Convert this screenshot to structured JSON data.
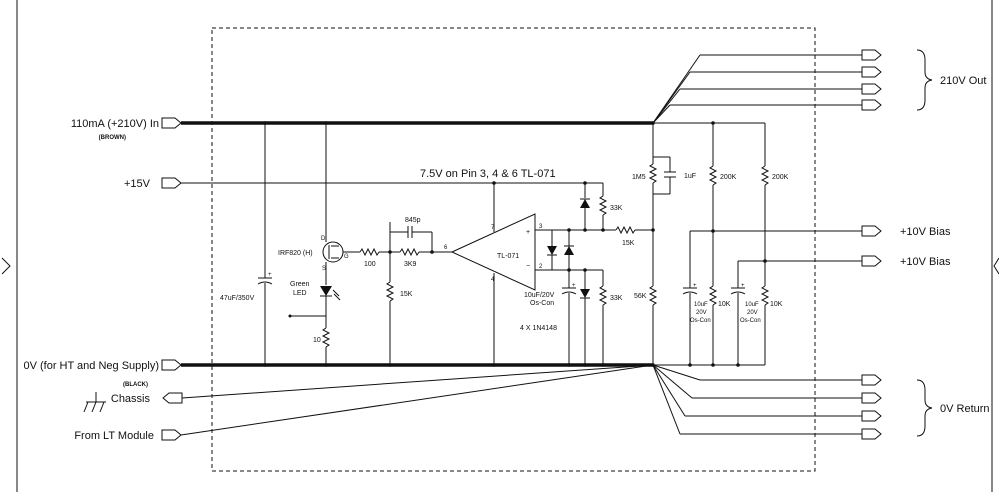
{
  "inputs": {
    "hv_in": "110mA (+210V) In",
    "hv_in_color": "(BROWN)",
    "v15": "+15V",
    "zero_v": "0V (for HT and Neg Supply)",
    "zero_v_color": "(BLACK)",
    "chassis": "Chassis",
    "from_lt": "From LT Module"
  },
  "outputs": {
    "hv_out": "210V Out",
    "bias_1": "+10V Bias",
    "bias_2": "+10V Bias",
    "zero_return": "0V Return"
  },
  "annotation": "7.5V on Pin 3, 4 & 6 TL-071",
  "components": {
    "c_main": "47uF/350V",
    "mosfet": "IRF820 (H)",
    "mosfet_d": "D",
    "mosfet_g": "G",
    "mosfet_s": "S",
    "led": "Green\nLED",
    "r_gate": "100",
    "r_feedback": "3K9",
    "c_feedback": "845p",
    "r_15k_a": "15K",
    "r_10": "10",
    "opamp": "TL-071",
    "pin_7": "7",
    "pin_3": "3",
    "pin_2": "2",
    "pin_4": "4",
    "pin_6": "6",
    "plus": "+",
    "minus": "−",
    "r_33k_top": "33K",
    "r_33k_bot": "33K",
    "r_15k_b": "15K",
    "c_os": "10uF/20V\nOs-Con",
    "diodes": "4 X 1N4148",
    "r_1m5": "1M5",
    "c_1uf": "1uF",
    "r_200k_a": "200K",
    "r_200k_b": "200K",
    "r_56k": "56K",
    "c_os_b": "10uF\n20V\nOs-Con",
    "r_10k_a": "10K",
    "c_os_c": "10uF\n20V\nOs-Con",
    "r_10k_b": "10K"
  }
}
